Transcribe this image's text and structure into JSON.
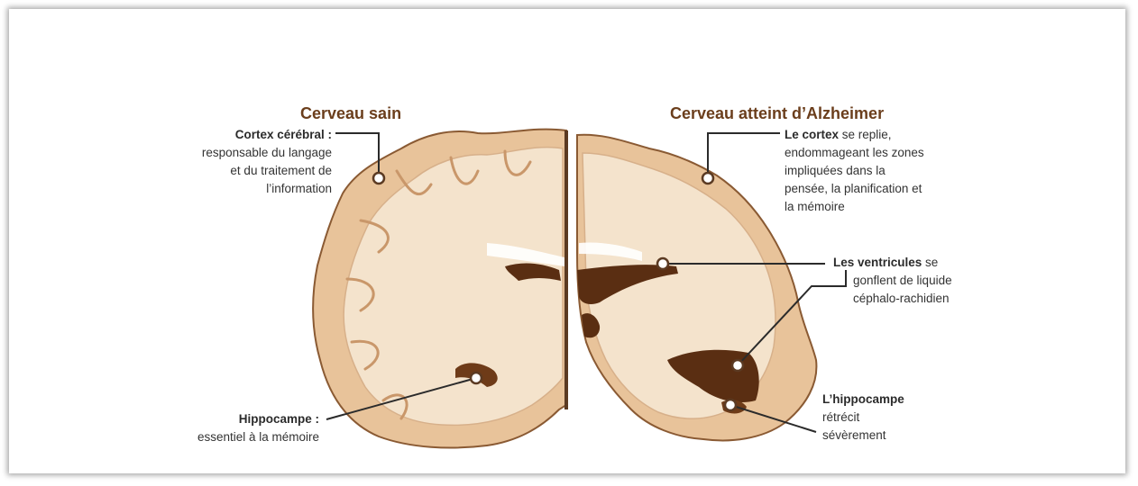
{
  "healthy": {
    "title": "Cerveau sain",
    "cortex_label": "Cortex cérébral :",
    "cortex_desc": [
      "responsable du langage",
      "et du traitement de",
      "l’information"
    ],
    "hippocampus_label": "Hippocampe :",
    "hippocampus_desc": "essentiel à la mémoire"
  },
  "alzheimer": {
    "title": "Cerveau atteint d’Alzheimer",
    "cortex_label": "Le cortex",
    "cortex_desc": [
      " se replie,",
      "endommageant les zones",
      "impliquées dans la",
      "pensée, la planification et",
      "la mémoire"
    ],
    "ventricles_label": "Les ventricules",
    "ventricles_desc": [
      " se",
      "gonflent de liquide",
      "céphalo-rachidien"
    ],
    "hippocampus_label": "L’hippocampe",
    "hippocampus_desc": [
      "rétrécit",
      "sévèrement"
    ]
  },
  "colors": {
    "tissue_outer": "#e8c39a",
    "tissue_inner": "#f4e3cc",
    "outline": "#8a5a33",
    "ventricle": "#5a2e12",
    "title": "#6b3e1c"
  }
}
